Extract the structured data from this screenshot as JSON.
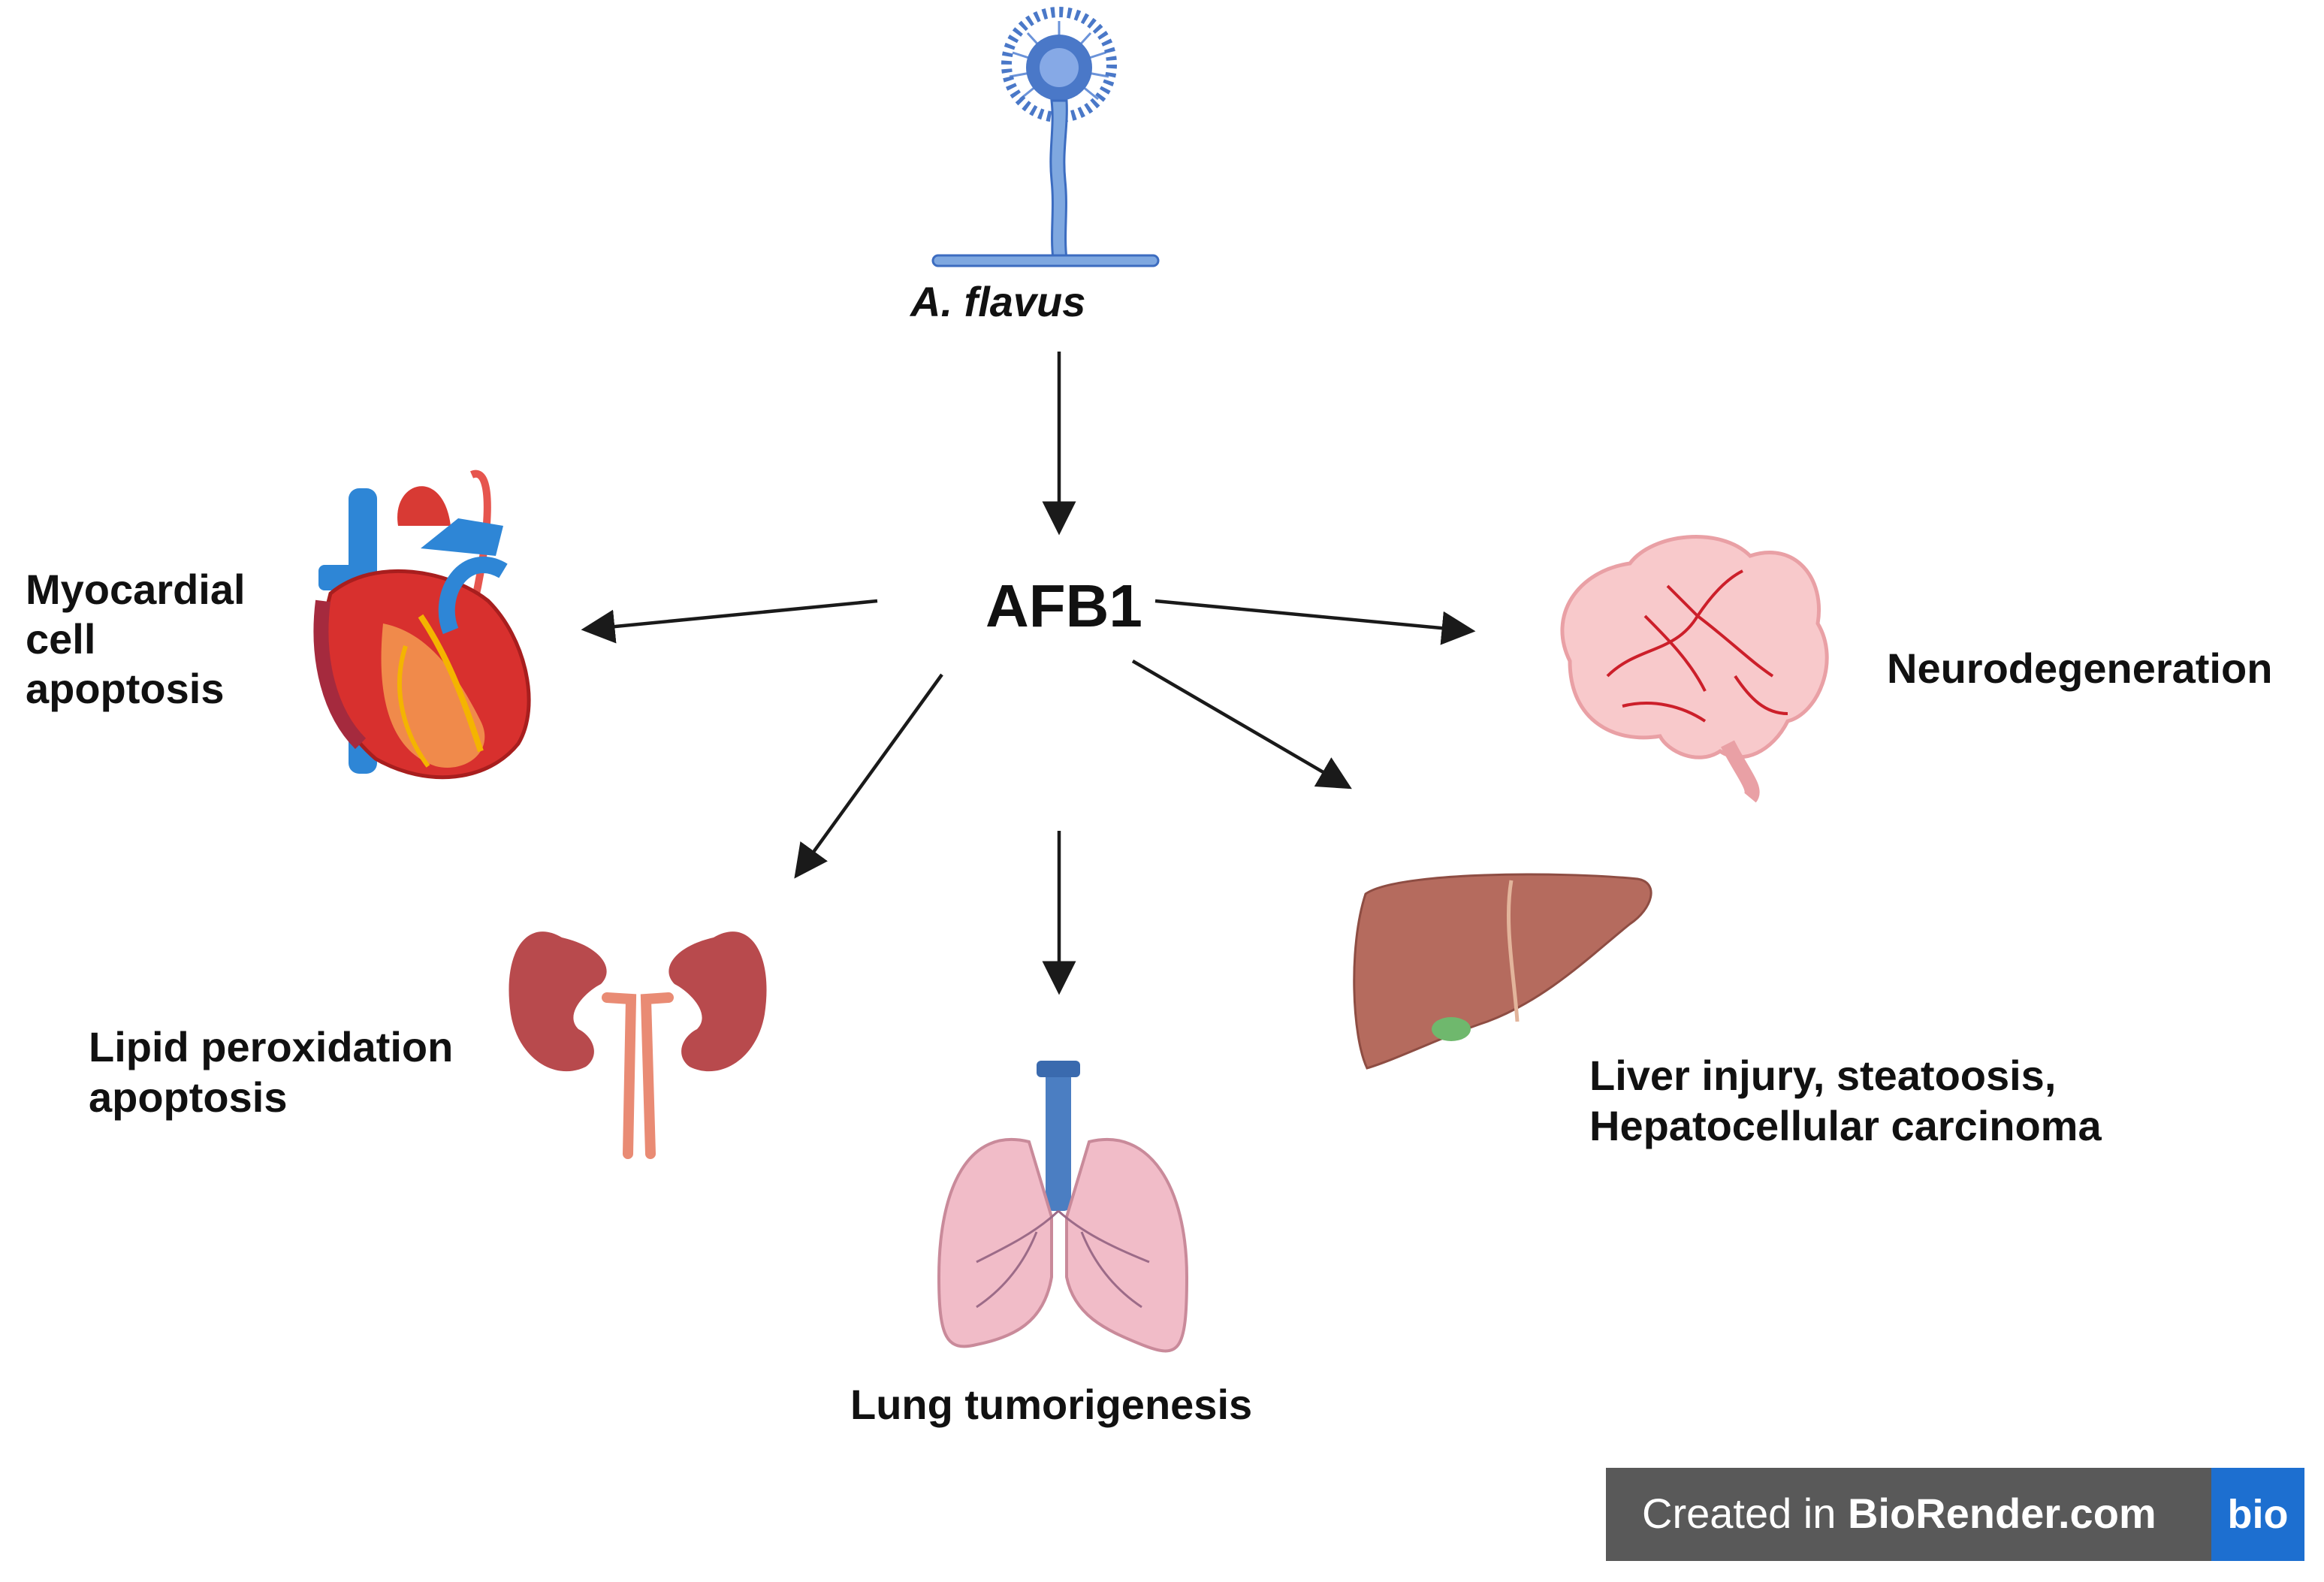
{
  "nodes": {
    "fungus": "A. flavus",
    "center": "AFB1",
    "heart": [
      "Myocardial",
      "cell",
      "apoptosis"
    ],
    "brain": "Neurodegeneration",
    "kidney": [
      "Lipid peroxidation",
      "apoptosis"
    ],
    "liver": [
      "Liver injury, steatoosis,",
      "Hepatocellular carcinoma"
    ],
    "lung": "Lung tumorigenesis"
  },
  "watermark": {
    "prefix": "Created in ",
    "brand": "BioRender.com",
    "logo": "bio"
  },
  "icons": {
    "fungus": "aspergillus-conidiophore-icon",
    "heart": "heart-organ-icon",
    "brain": "brain-organ-icon",
    "kidney": "kidneys-organ-icon",
    "liver": "liver-organ-icon",
    "lung": "lungs-organ-icon"
  },
  "colors": {
    "arrow": "#1a1a1a",
    "fungus": "#4a78c8",
    "heart": "#d8302e",
    "brain": "#f6c6c8",
    "kidney": "#b84a4d",
    "liver": "#b56b5e",
    "lung": "#f1bcc8",
    "watermark_bg": "#595959",
    "logo_bg": "#1d6fd0"
  }
}
